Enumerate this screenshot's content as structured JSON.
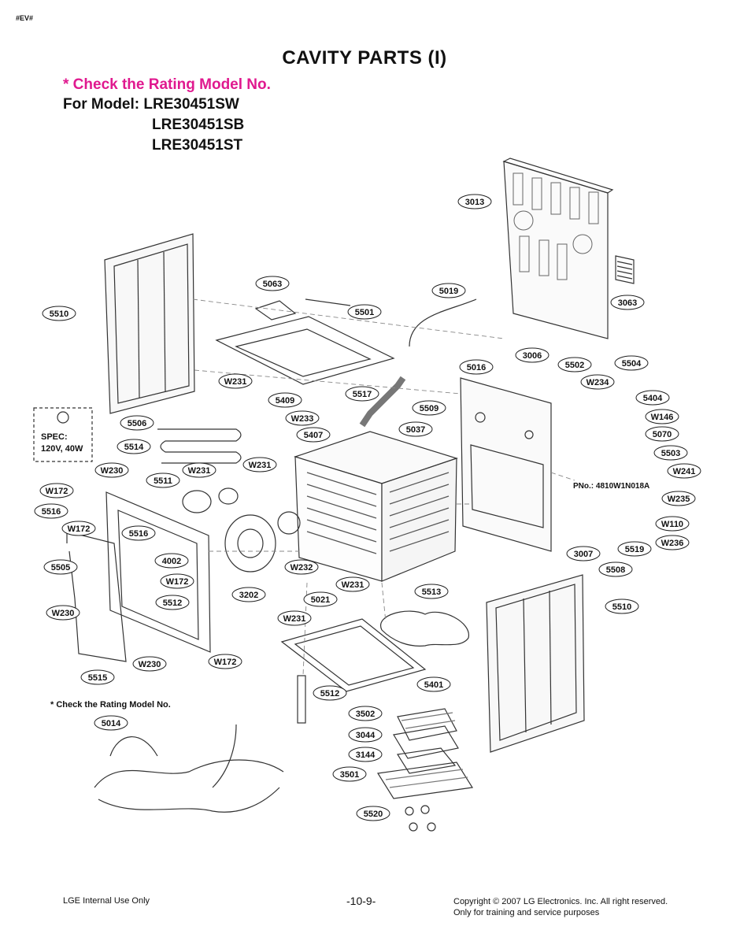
{
  "corner_mark": "#EV#",
  "title": "CAVITY PARTS (I)",
  "check_note": "* Check the Rating Model No.",
  "models": [
    "For Model: LRE30451SW",
    "LRE30451SB",
    "LRE30451ST"
  ],
  "spec": {
    "line1": "SPEC:",
    "line2": "120V, 40W"
  },
  "pno_note": "PNo.: 4810W1N018A",
  "check_note_small": "* Check the Rating Model No.",
  "footer": {
    "left": "LGE Internal Use Only",
    "page": "-10-9-",
    "copyright_line1": "Copyright © 2007 LG Electronics. Inc. All right reserved.",
    "copyright_line2": "Only for training and service purposes"
  },
  "part_labels": [
    "3013",
    "3063",
    "5063",
    "5501",
    "5019",
    "5510",
    "3006",
    "5016",
    "5502",
    "5504",
    "W231",
    "5409",
    "5517",
    "W234",
    "5404",
    "5506",
    "W233",
    "5509",
    "5407",
    "5037",
    "W146",
    "5514",
    "5070",
    "5503",
    "W230",
    "W231",
    "W231",
    "5511",
    "W241",
    "W172",
    "5516",
    "W235",
    "W172",
    "5516",
    "W110",
    "4002",
    "5505",
    "W172",
    "W236",
    "5512",
    "W232",
    "W231",
    "3202",
    "5519",
    "3007",
    "5508",
    "W230",
    "5021",
    "5513",
    "5510",
    "W231",
    "W230",
    "W172",
    "5515",
    "5401",
    "5512",
    "5014",
    "3502",
    "3044",
    "3144",
    "3501",
    "5520"
  ]
}
